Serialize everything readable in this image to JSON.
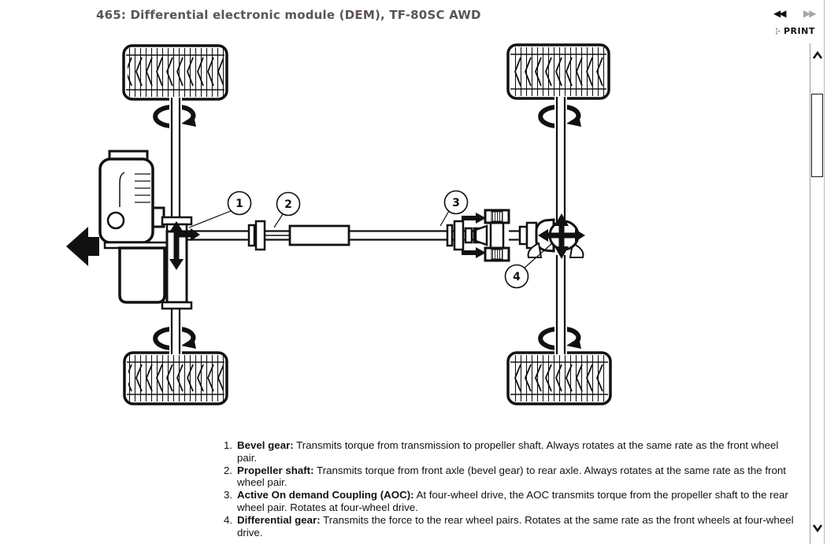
{
  "header": {
    "title": "465: Differential electronic module (DEM), TF-80SC AWD",
    "back_icon": "◀◀",
    "forward_icon": "▶▶",
    "print_label": "PRINT"
  },
  "diagram": {
    "callouts": [
      "1",
      "2",
      "3",
      "4"
    ]
  },
  "legend": {
    "items": [
      {
        "num": "1.",
        "label": "Bevel gear:",
        "text": "Transmits torque from transmission to propeller shaft. Always rotates at the same rate as the front wheel pair."
      },
      {
        "num": "2.",
        "label": "Propeller shaft:",
        "text": "Transmits torque from front axle (bevel gear) to rear axle. Always rotates at the same rate as the front wheel pair."
      },
      {
        "num": "3.",
        "label": "Active On demand Coupling (AOC):",
        "text": "At four-wheel drive, the AOC transmits torque from the propeller shaft to the rear wheel pair. Rotates at four-wheel drive."
      },
      {
        "num": "4.",
        "label": "Differential gear:",
        "text": "Transmits the force to the rear wheel pairs. Rotates at the same rate as the front wheels at four-wheel drive."
      }
    ]
  },
  "colors": {
    "title_text": "#5d5356",
    "nav_active": "#111111",
    "nav_disabled": "#a6a6a6",
    "diagram_line": "#111111",
    "background": "#ffffff"
  }
}
